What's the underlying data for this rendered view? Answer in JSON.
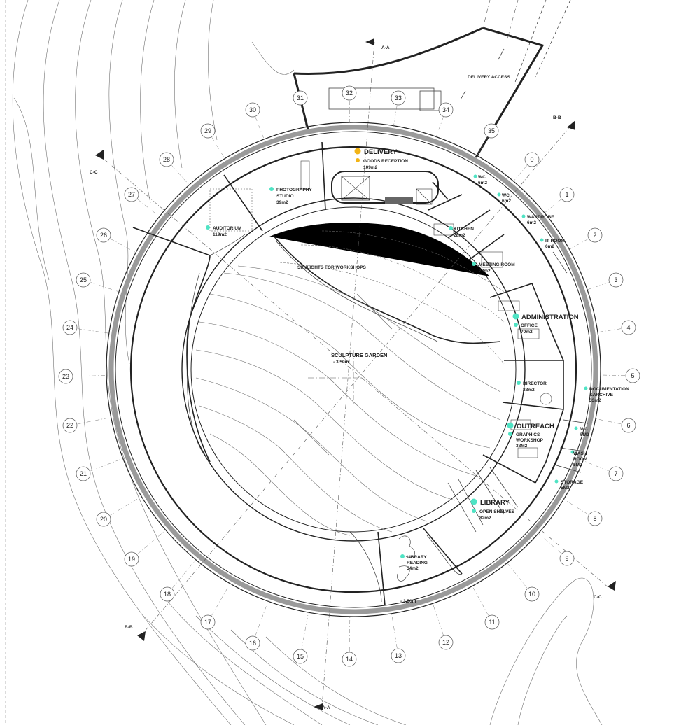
{
  "labels": {
    "delivery_access": "DELIVERY ACCESS",
    "delivery": "DELIVERY",
    "goods_reception": "GOODS RECEPTION",
    "goods_reception_area": "109m2",
    "photography_studio_1": "PHOTOGRAPHY",
    "photography_studio_2": "STUDIO",
    "photography_area": "39m2",
    "auditorium": "AUDITORIUM",
    "auditorium_area": "119m2",
    "skylights": "SKYLIGHTS FOR WORKSHOPS",
    "kitchen": "KITCHEN",
    "kitchen_area": "28m2",
    "meeting_room": "MEETING ROOM",
    "meeting_area": "28m2",
    "administration": "ADMINISTRATION",
    "office": "OFFICE",
    "office_area": "70m2",
    "director": "DIRECTOR",
    "director_area": "28m2",
    "outreach": "OUTREACH",
    "graphics_1": "GRAPHICS",
    "graphics_2": "WORKSHOP",
    "graphics_area": "38M2",
    "library": "LIBRARY",
    "open_shelves": "OPEN SHELVES",
    "open_shelves_area": "82m2",
    "library_reading_1": "LIBRARY",
    "library_reading_2": "READING",
    "library_reading_area": "54m2",
    "sculpture_garden": "SCULPTURE GARDEN",
    "level_garden": "- 3.50m",
    "level_entry": "- 3.50m",
    "wc1": "WC",
    "wc1_area": "6m2",
    "wc2": "WC",
    "wc2_area": "6m2",
    "wardrobe": "WARDROBE",
    "wardrobe_area": "6m2",
    "it_room": "IT ROOM",
    "it_area": "6m2",
    "documentation_1": "DOCUMENTATION",
    "documentation_2": "&ARCHIVE",
    "documentation_area": "33m2",
    "wc3": "WC",
    "wc3_area": "5M2",
    "wash_1": "WASH",
    "wash_2": "ROOM",
    "wash_area": "5M2",
    "storage": "STORAGE",
    "storage_area": "5M2"
  },
  "sections": {
    "aa_top": "A-A",
    "aa_bottom": "A-A",
    "bb_top": "B-B",
    "bb_bottom": "B-B",
    "cc_top": "C-C",
    "cc_bottom": "C-C"
  },
  "grid_numbers": [
    "0",
    "1",
    "2",
    "3",
    "4",
    "5",
    "6",
    "7",
    "8",
    "9",
    "10",
    "11",
    "12",
    "13",
    "14",
    "15",
    "16",
    "17",
    "18",
    "19",
    "20",
    "21",
    "22",
    "23",
    "24",
    "25",
    "26",
    "27",
    "28",
    "29",
    "30",
    "31",
    "32",
    "33",
    "34",
    "35"
  ],
  "colors": {
    "delivery_accent": "#f2b416",
    "room_dot": "#4fe3c4",
    "wall": "#222222",
    "wall_fill": "#9a9a9a",
    "contour": "#666666"
  }
}
